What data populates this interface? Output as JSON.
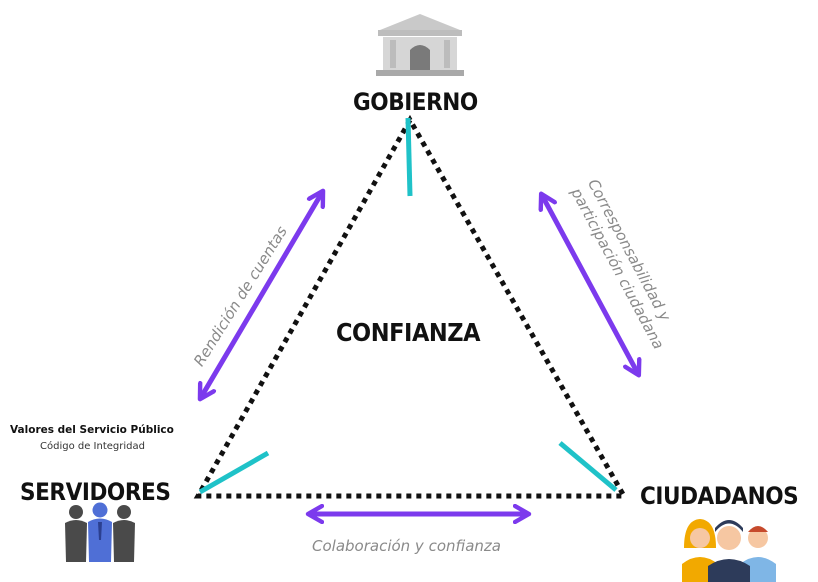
{
  "nodes": {
    "top": "GOBIERNO",
    "left": "SERVIDORES",
    "right": "CIUDADANOS",
    "center": "CONFIANZA"
  },
  "edges": {
    "left": "Rendición de cuentas",
    "right_line1": "Corresponsabilidad y",
    "right_line2": "participación ciudadana",
    "bottom": "Colaboración y confianza"
  },
  "values": {
    "title": "Valores del Servicio Público",
    "subtitle": "Código de Integridad"
  },
  "icons": [
    "government-building-icon",
    "public-servants-icon",
    "citizens-icon"
  ],
  "colors": {
    "arrow": "#7c3aed",
    "teal_marker": "#1fc2c8",
    "triangle": "#111111"
  }
}
